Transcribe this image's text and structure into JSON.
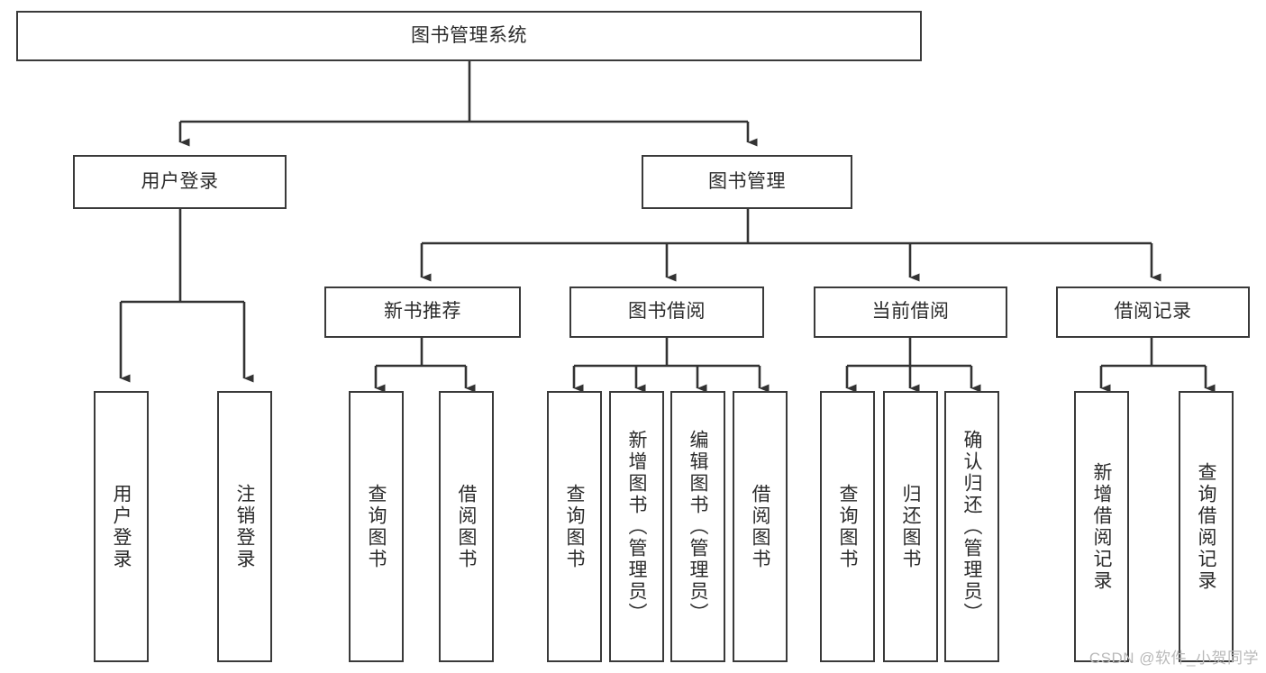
{
  "diagram": {
    "type": "tree-hierarchy",
    "title": "图书管理系统",
    "watermark": "CSDN @软件_小贺同学",
    "colors": {
      "box_border": "#3a3a3a",
      "box_fill": "#ffffff",
      "connector": "#333333",
      "text": "#2b2b2b",
      "watermark": "#b9b9b9",
      "background": "#ffffff"
    },
    "nodes": {
      "root": {
        "label": "图书管理系统",
        "level": 1,
        "orientation": "horizontal"
      },
      "l2": [
        {
          "id": "user-login",
          "label": "用户登录",
          "level": 2,
          "orientation": "horizontal"
        },
        {
          "id": "book-manage",
          "label": "图书管理",
          "level": 2,
          "orientation": "horizontal"
        }
      ],
      "l3": [
        {
          "id": "new-book-recommend",
          "label": "新书推荐",
          "level": 3,
          "orientation": "horizontal"
        },
        {
          "id": "book-borrow",
          "label": "图书借阅",
          "level": 3,
          "orientation": "horizontal"
        },
        {
          "id": "current-borrow",
          "label": "当前借阅",
          "level": 3,
          "orientation": "horizontal"
        },
        {
          "id": "borrow-record",
          "label": "借阅记录",
          "level": 3,
          "orientation": "horizontal"
        }
      ],
      "leaves": [
        {
          "id": "leaf-user-login",
          "label": "用户登录",
          "parent": "user-login",
          "orientation": "vertical"
        },
        {
          "id": "leaf-user-logout",
          "label": "注销登录",
          "parent": "user-login",
          "orientation": "vertical"
        },
        {
          "id": "leaf-query-book-1",
          "label": "查询图书",
          "parent": "new-book-recommend",
          "orientation": "vertical"
        },
        {
          "id": "leaf-borrow-book-1",
          "label": "借阅图书",
          "parent": "new-book-recommend",
          "orientation": "vertical"
        },
        {
          "id": "leaf-query-book-2",
          "label": "查询图书",
          "parent": "book-borrow",
          "orientation": "vertical"
        },
        {
          "id": "leaf-add-book",
          "label": "新增图书（管理员）",
          "parent": "book-borrow",
          "orientation": "vertical"
        },
        {
          "id": "leaf-edit-book",
          "label": "编辑图书（管理员）",
          "parent": "book-borrow",
          "orientation": "vertical"
        },
        {
          "id": "leaf-borrow-book-2",
          "label": "借阅图书",
          "parent": "book-borrow",
          "orientation": "vertical"
        },
        {
          "id": "leaf-query-book-3",
          "label": "查询图书",
          "parent": "current-borrow",
          "orientation": "vertical"
        },
        {
          "id": "leaf-return-book",
          "label": "归还图书",
          "parent": "current-borrow",
          "orientation": "vertical"
        },
        {
          "id": "leaf-confirm-return",
          "label": "确认归还（管理员）",
          "parent": "current-borrow",
          "orientation": "vertical"
        },
        {
          "id": "leaf-add-record",
          "label": "新增借阅记录",
          "parent": "borrow-record",
          "orientation": "vertical"
        },
        {
          "id": "leaf-query-record",
          "label": "查询借阅记录",
          "parent": "borrow-record",
          "orientation": "vertical"
        }
      ]
    }
  }
}
